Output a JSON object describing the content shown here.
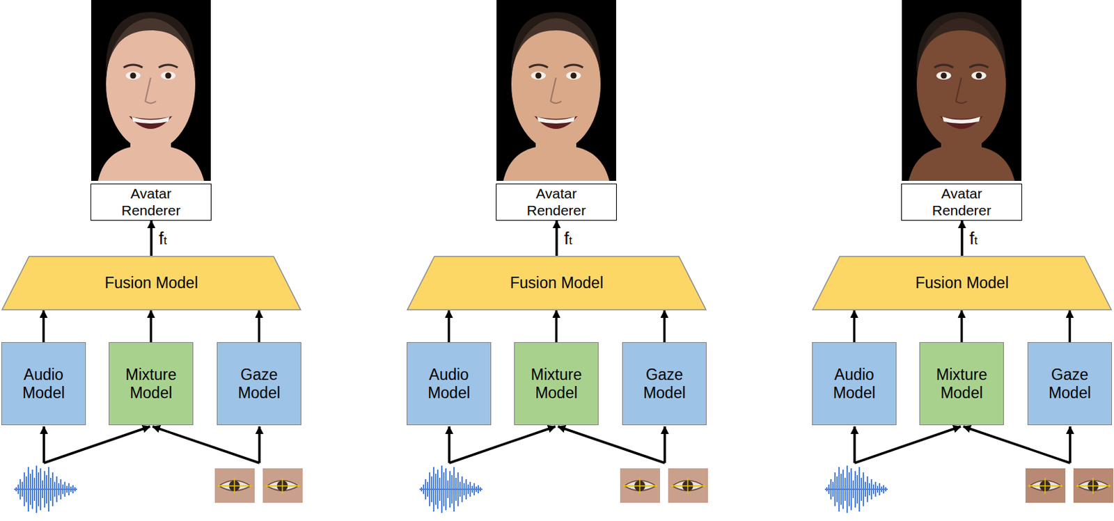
{
  "diagram": {
    "nodes": [
      {
        "text": [
          "Avatar Renderer"
        ]
      },
      {
        "text": [
          "Fusion Model"
        ]
      },
      {
        "text": [
          "Audio Model"
        ]
      },
      {
        "text": [
          "Mixture Model"
        ]
      },
      {
        "text": [
          "Gaze Model"
        ]
      },
      {
        "text": [
          "Avatar Renderer"
        ]
      },
      {
        "text": [
          "Fusion Model"
        ]
      },
      {
        "text": [
          "Audio Model"
        ]
      },
      {
        "text": [
          "Mixture Model"
        ]
      },
      {
        "text": [
          "Gaze Model"
        ]
      },
      {
        "text": [
          "Avatar Renderer"
        ]
      },
      {
        "text": [
          "Fusion Model"
        ]
      },
      {
        "text": [
          "Audio Model"
        ]
      },
      {
        "text": [
          "Mixture Model"
        ]
      },
      {
        "text": [
          "Gaze Model"
        ]
      }
    ],
    "edges": [
      {
        "from": 2,
        "to": 1,
        "arrow": "to"
      },
      {
        "from": 3,
        "to": 1,
        "arrow": "to"
      },
      {
        "from": 4,
        "to": 1,
        "arrow": "to"
      },
      {
        "from": 1,
        "to": 0,
        "label": "ft",
        "arrow": "to"
      },
      {
        "from": 7,
        "to": 6,
        "arrow": "to"
      },
      {
        "from": 8,
        "to": 6,
        "arrow": "to"
      },
      {
        "from": 9,
        "to": 6,
        "arrow": "to"
      },
      {
        "from": 6,
        "to": 5,
        "label": "ft",
        "arrow": "to"
      },
      {
        "from": 12,
        "to": 11,
        "arrow": "to"
      },
      {
        "from": 13,
        "to": 11,
        "arrow": "to"
      },
      {
        "from": 14,
        "to": 11,
        "arrow": "to"
      },
      {
        "from": 11,
        "to": 10,
        "label": "ft",
        "arrow": "to"
      }
    ]
  }
}
